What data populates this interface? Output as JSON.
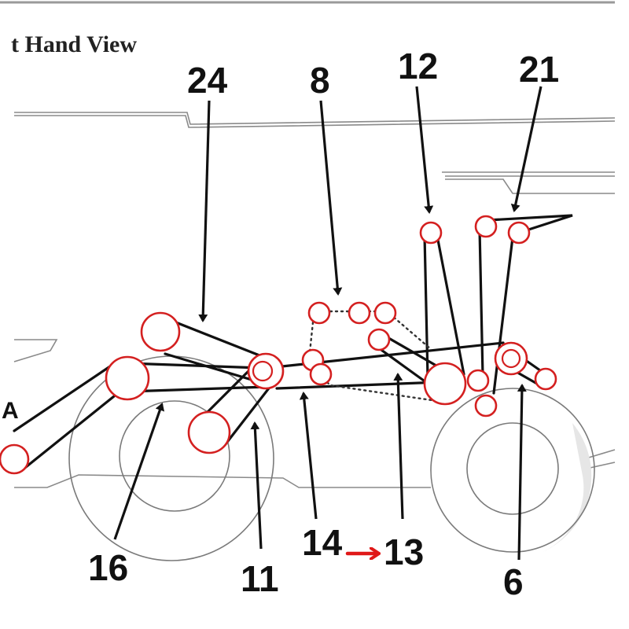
{
  "title": "t Hand View",
  "labels": {
    "l24": "24",
    "l8": "8",
    "l12": "12",
    "l21": "21",
    "l16": "16",
    "l11": "11",
    "l14": "14",
    "l13": "13",
    "l6": "6",
    "cut_left": "A"
  },
  "colors": {
    "pulley_outline": "#d42020",
    "highlight_arrow": "#e01818",
    "belt": "#111111"
  }
}
